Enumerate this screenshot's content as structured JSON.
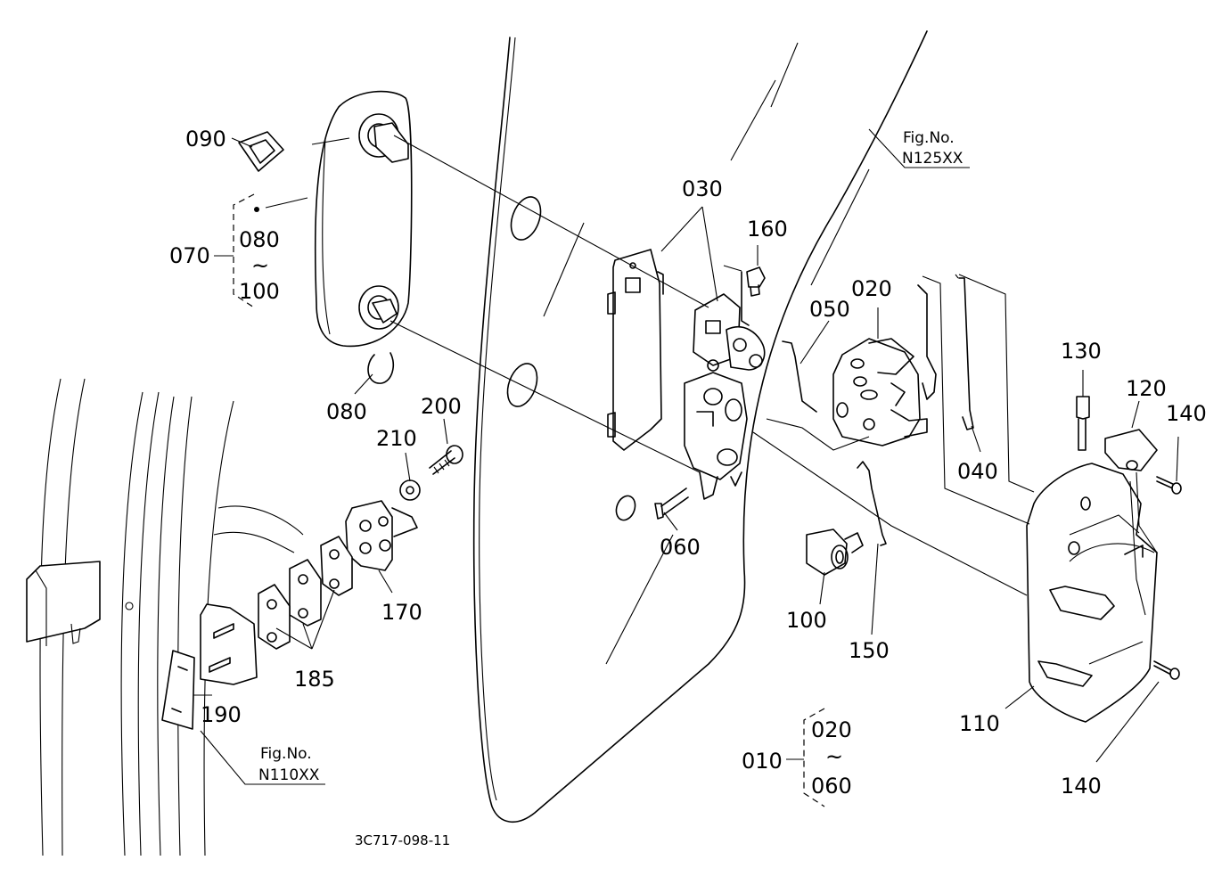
{
  "labels": {
    "p010": "010",
    "p020": "020",
    "p020b": "020",
    "p030": "030",
    "p040": "040",
    "p050": "050",
    "p060": "060",
    "p060b": "060",
    "p070": "070",
    "p080": "080",
    "p080b": "080",
    "p090": "090",
    "p100": "100",
    "p100b": "100",
    "p110": "110",
    "p120": "120",
    "p130": "130",
    "p140": "140",
    "p140b": "140",
    "p150": "150",
    "p160": "160",
    "p170": "170",
    "p185": "185",
    "p190": "190",
    "p200": "200",
    "p210": "210"
  },
  "range_symbol": "~",
  "fig_refs": {
    "upper": {
      "title": "Fig.No.",
      "number": "N125XX"
    },
    "lower": {
      "title": "Fig.No.",
      "number": "N110XX"
    }
  },
  "drawing_code": "3C717-098-11"
}
